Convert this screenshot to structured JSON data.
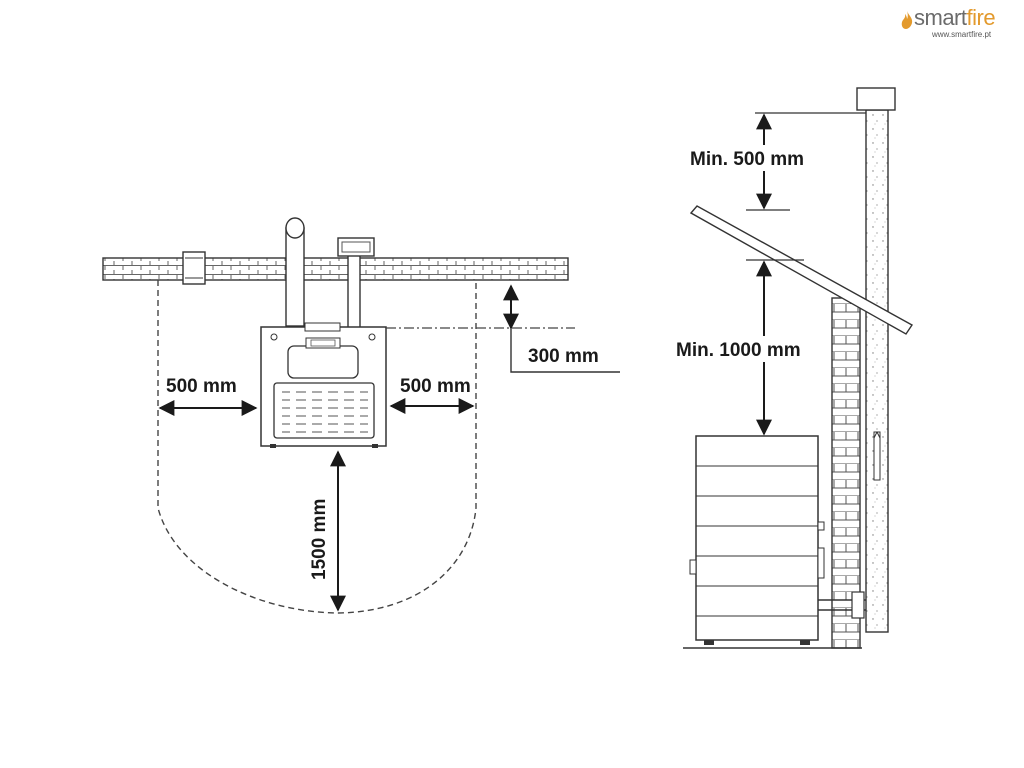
{
  "brand": {
    "name_part1": "smart",
    "name_part2": "fire",
    "url": "www.smartfire.pt",
    "icon": "flame-icon",
    "colors": {
      "text": "#6b6b6b",
      "accent": "#e39a2d"
    }
  },
  "plan_view": {
    "left_clearance": "500 mm",
    "right_clearance": "500 mm",
    "wall_clearance": "300 mm",
    "front_clearance": "1500 mm"
  },
  "side_view": {
    "chimney_above_roof": "Min. 500 mm",
    "ceiling_above_stove": "Min. 1000 mm"
  }
}
